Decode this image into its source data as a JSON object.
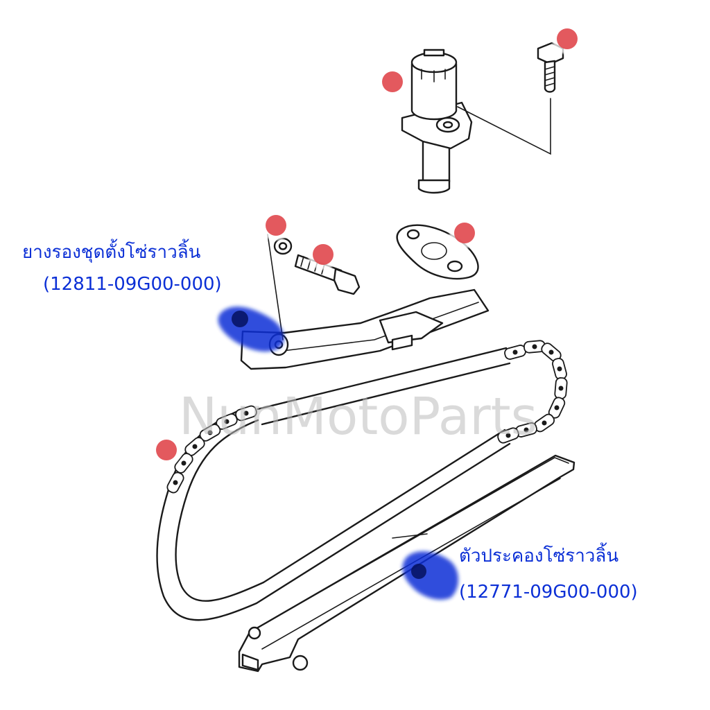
{
  "watermark": "NunMotoParts",
  "callouts": {
    "upper": {
      "name": "ยางรองชุดตั้งโซ่ราวลิ้น",
      "part_number": "(12811-09G00-000)"
    },
    "lower": {
      "name": "ตัวประคองโซ่ราวลิ้น",
      "part_number": "(12771-09G00-000)"
    }
  },
  "colors": {
    "marker_dot": "#e0474c",
    "highlight": "#0b2fd6",
    "callout_text": "#0b2fd6",
    "line_art": "#1a1a1a"
  },
  "parts": [
    {
      "part": "cam-chain-tensor-adjuster",
      "marked": true
    },
    {
      "part": "tensioner-bolt",
      "marked": true
    },
    {
      "part": "washer",
      "marked": true
    },
    {
      "part": "tensioner-pivot-bolt",
      "marked": true
    },
    {
      "part": "tensioner-gasket",
      "marked": true
    },
    {
      "part": "cam-chain-tensioner-arm",
      "marked": false
    },
    {
      "part": "cam-chain",
      "marked": true
    },
    {
      "part": "cam-chain-guide",
      "marked": false
    }
  ]
}
